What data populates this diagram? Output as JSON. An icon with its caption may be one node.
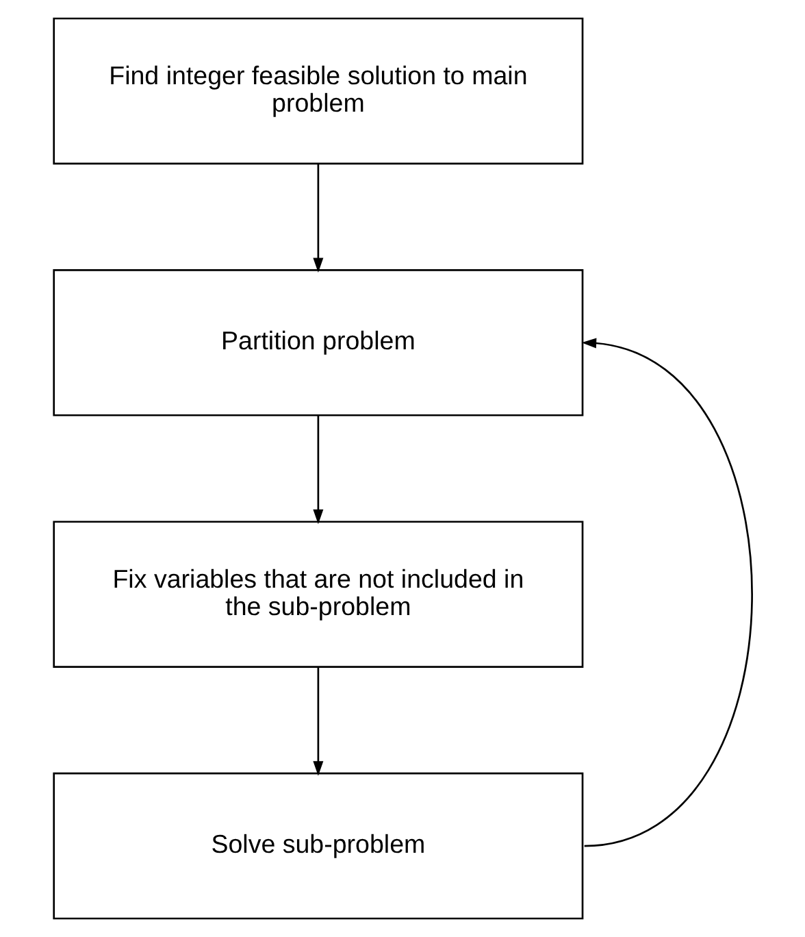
{
  "diagram": {
    "nodes": [
      {
        "text": [
          "Find integer feasible solution to main problem"
        ]
      },
      {
        "text": [
          "Partition problem"
        ]
      },
      {
        "text": [
          "Fix variables that are not included in the sub-problem"
        ]
      },
      {
        "text": [
          "Solve sub-problem"
        ]
      }
    ],
    "edges": [
      {
        "from": 0,
        "to": 1,
        "arrow": "to"
      },
      {
        "from": 1,
        "to": 2,
        "arrow": "to"
      },
      {
        "from": 2,
        "to": 3,
        "arrow": "to"
      },
      {
        "from": 3,
        "to": 1,
        "arrow": "to"
      }
    ]
  }
}
